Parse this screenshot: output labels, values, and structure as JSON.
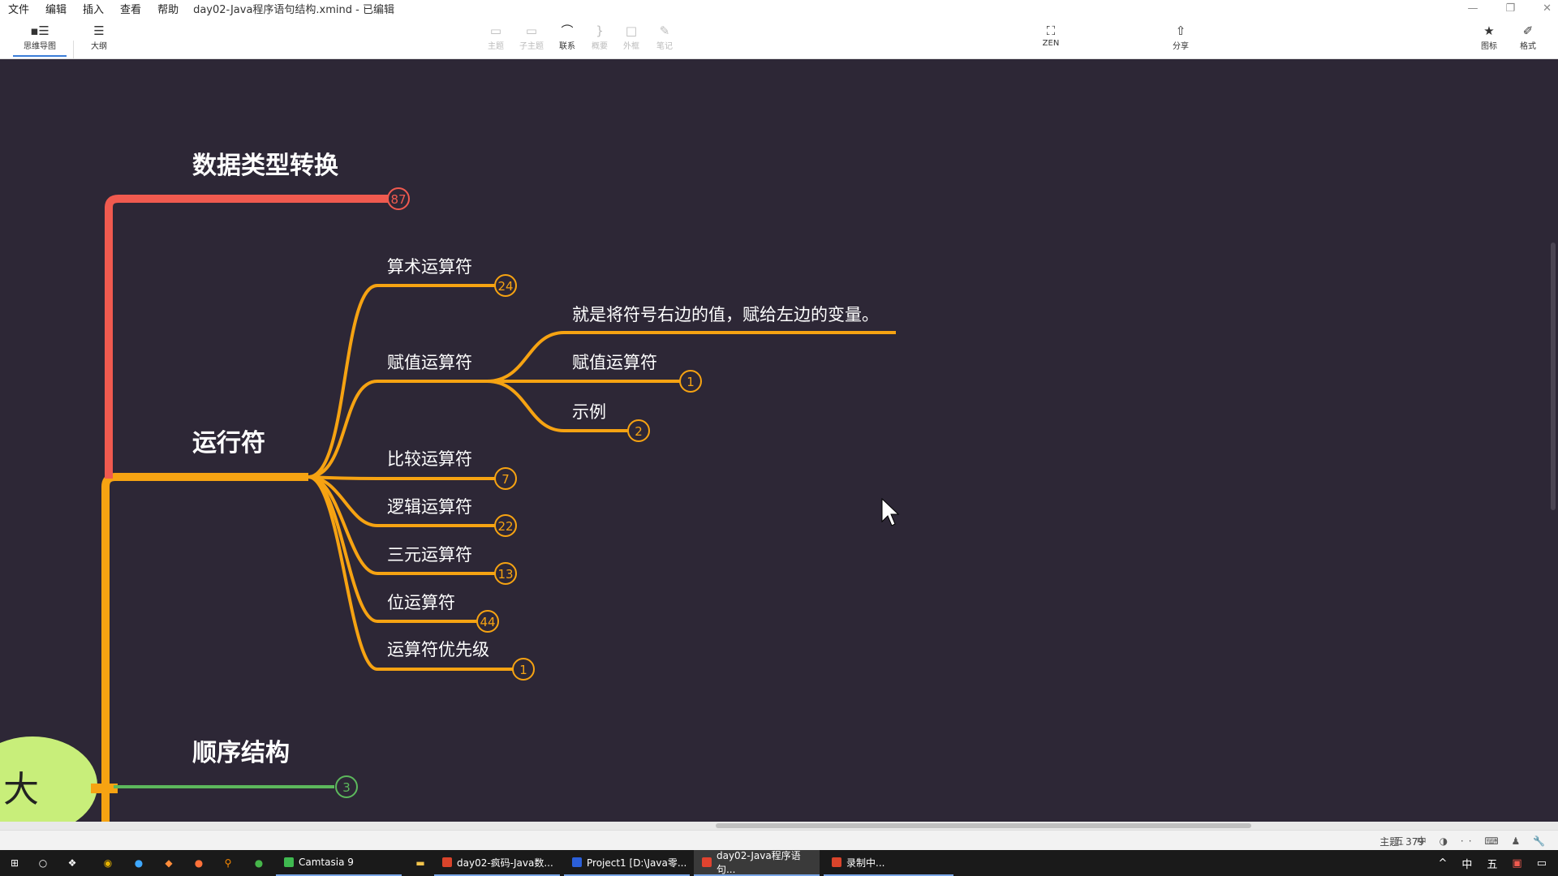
{
  "menu": {
    "items": [
      "文件",
      "编辑",
      "插入",
      "查看",
      "帮助"
    ],
    "title": "day02-Java程序语句结构.xmind - 已编辑"
  },
  "toolbar": {
    "mindmap": "思维导图",
    "outline": "大纲",
    "topic": "主题",
    "subtopic": "子主题",
    "relation": "联系",
    "summary": "概要",
    "boundary": "外框",
    "note": "笔记",
    "zen": "ZEN",
    "share": "分享",
    "icon": "图标",
    "format": "格式"
  },
  "mindmap": {
    "colors": {
      "red": "#f05a4f",
      "orange": "#f6a312",
      "green": "#5cb85c",
      "root": "#c8ee7a"
    },
    "root_glyph": "大",
    "branches": [
      {
        "label": "数据类型转换",
        "count": "87"
      },
      {
        "label": "运行符"
      },
      {
        "label": "顺序结构",
        "count": "3"
      }
    ],
    "operators": [
      {
        "label": "算术运算符",
        "count": "24"
      },
      {
        "label": "赋值运算符"
      },
      {
        "label": "比较运算符",
        "count": "7"
      },
      {
        "label": "逻辑运算符",
        "count": "22"
      },
      {
        "label": "三元运算符",
        "count": "13"
      },
      {
        "label": "位运算符",
        "count": "44"
      },
      {
        "label": "运算符优先级",
        "count": "1"
      }
    ],
    "assignment": [
      {
        "label": "就是将符号右边的值，赋给左边的变量。"
      },
      {
        "label": "赋值运算符",
        "count": "1"
      },
      {
        "label": "示例",
        "count": "2"
      }
    ]
  },
  "status": {
    "topic_count": "主题: 379",
    "ime": "五 中 ◑ ·· ⌨ ♟ 🔧"
  },
  "taskbar": {
    "apps": [
      {
        "label": "Camtasia 9",
        "color": "#3fb950"
      },
      {
        "label": "day02-疯码-Java数...",
        "color": "#d9442b"
      },
      {
        "label": "Project1 [D:\\Java零...",
        "color": "#2b5fd9"
      },
      {
        "label": "day02-Java程序语句...",
        "color": "#e0432f"
      },
      {
        "label": "录制中...",
        "color": "#d9442b"
      }
    ],
    "tray": [
      "^",
      "中",
      "五"
    ]
  }
}
